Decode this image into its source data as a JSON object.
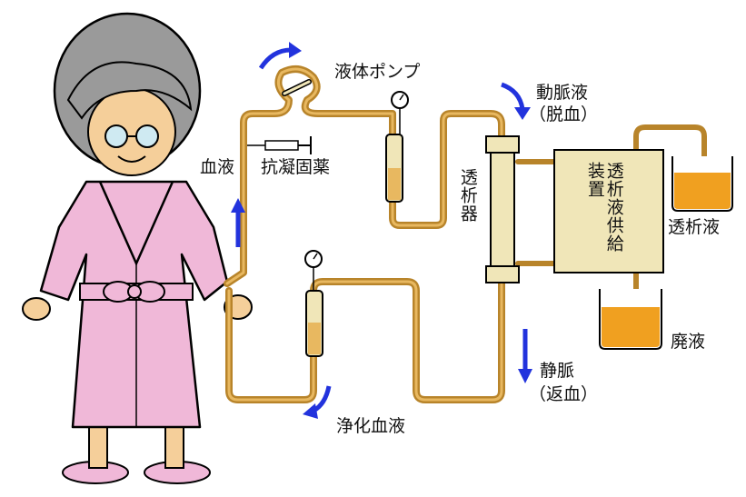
{
  "labels": {
    "pump": "液体ポンプ",
    "artery": "動脈液",
    "artery_sub": "（脱血）",
    "blood": "血液",
    "anticoagulant": "抗凝固薬",
    "dialyzer": "透析器",
    "supply_unit": "透析液供給装置",
    "dialysate": "透析液",
    "waste": "廃液",
    "vein": "静脈",
    "vein_sub": "（返血）",
    "purified_blood": "浄化血液"
  },
  "colors": {
    "tube": "#b8842a",
    "tube_core": "#e8b860",
    "arrow": "#2233dd",
    "device_fill": "#f0e6b8",
    "fluid": "#f0a020",
    "robe": "#f0b8d8",
    "hair": "#9a9a9a",
    "skin": "#f5cf9a"
  }
}
